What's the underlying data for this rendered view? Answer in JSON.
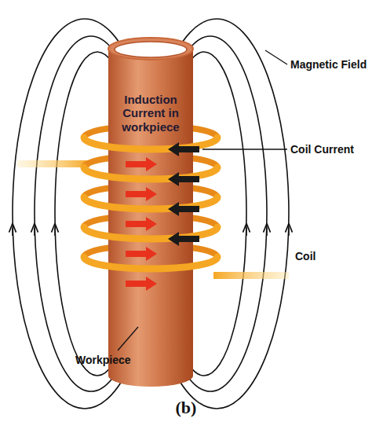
{
  "diagram": {
    "labels": [
      "Magnetic Field",
      "Induction Current in workpiece",
      "Coil Current",
      "Coil",
      "Workpiece",
      "(b)"
    ]
  }
}
